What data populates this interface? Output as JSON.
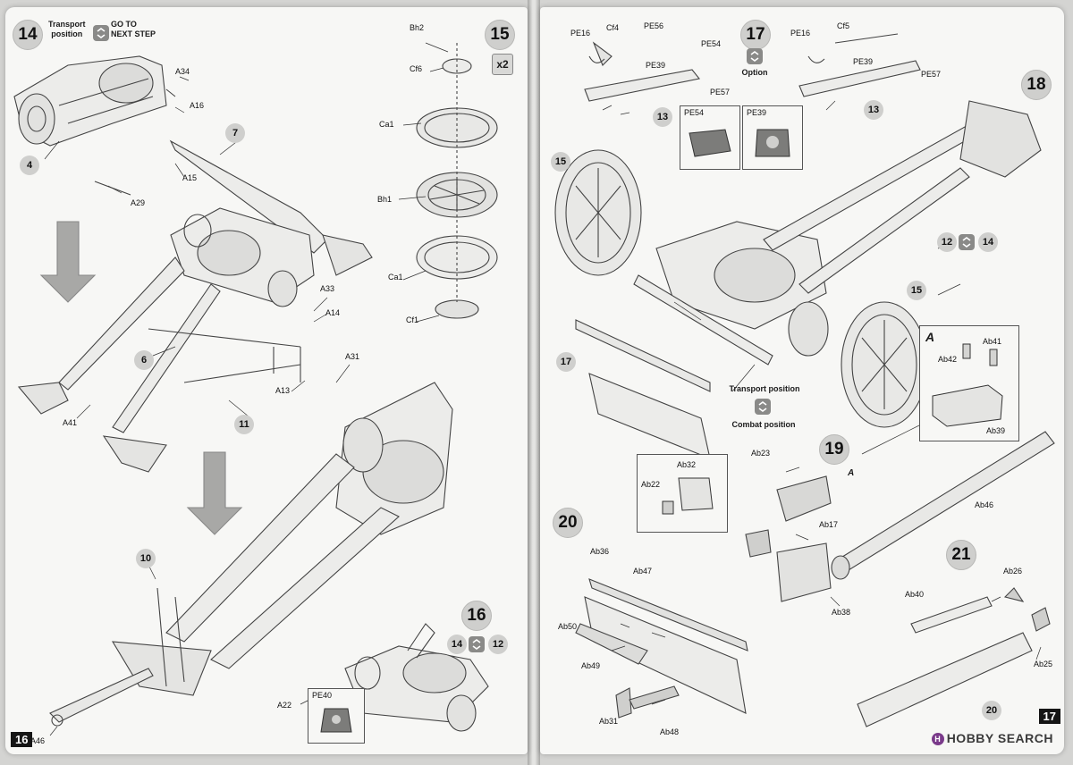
{
  "left_page": {
    "page_number": "16",
    "step14": {
      "number": "14",
      "transport_label": "Transport\nposition",
      "goto_label": "GO TO\nNEXT STEP",
      "parts": [
        "A34",
        "A16",
        "A15",
        "A29",
        "A33",
        "A14",
        "A31",
        "A13",
        "A41"
      ],
      "subassemblies": [
        "4",
        "7",
        "6",
        "11",
        "10"
      ]
    },
    "step15": {
      "number": "15",
      "multiplier": "x2",
      "parts": [
        "Bh2",
        "Cf6",
        "Ca1",
        "Bh1",
        "Ca1",
        "Cf1"
      ]
    },
    "step16": {
      "number": "16",
      "sub_a": "14",
      "sub_b": "12",
      "parts": [
        "A22",
        "A46"
      ],
      "detail_part": "PE40"
    }
  },
  "right_page": {
    "page_number": "17",
    "step17": {
      "number": "17",
      "option_label": "Option",
      "parts_left": [
        "PE16",
        "Cf4",
        "PE56",
        "PE54",
        "PE39",
        "PE57"
      ],
      "parts_right": [
        "PE16",
        "Cf5",
        "PE39",
        "PE57"
      ],
      "sub": "13",
      "detail_a": "PE54",
      "detail_b": "PE39"
    },
    "step18": {
      "number": "18",
      "subs": [
        "15",
        "17",
        "15",
        "12",
        "14"
      ],
      "transport_label": "Transport position",
      "combat_label": "Combat position"
    },
    "step19": {
      "number": "19",
      "detail_letter": "A",
      "parts": [
        "Ab23",
        "Ab32",
        "Ab22",
        "Ab17",
        "Ab38",
        "Ab46"
      ],
      "detail_parts": [
        "Ab42",
        "Ab41",
        "Ab39"
      ]
    },
    "step20": {
      "number": "20",
      "parts": [
        "Ab36",
        "Ab47",
        "Ab50",
        "Ab49",
        "Ab31",
        "Ab48"
      ]
    },
    "step21": {
      "number": "21",
      "parts": [
        "Ab40",
        "Ab26",
        "Ab25"
      ],
      "sub": "20"
    },
    "watermark": "HOBBY SEARCH"
  }
}
